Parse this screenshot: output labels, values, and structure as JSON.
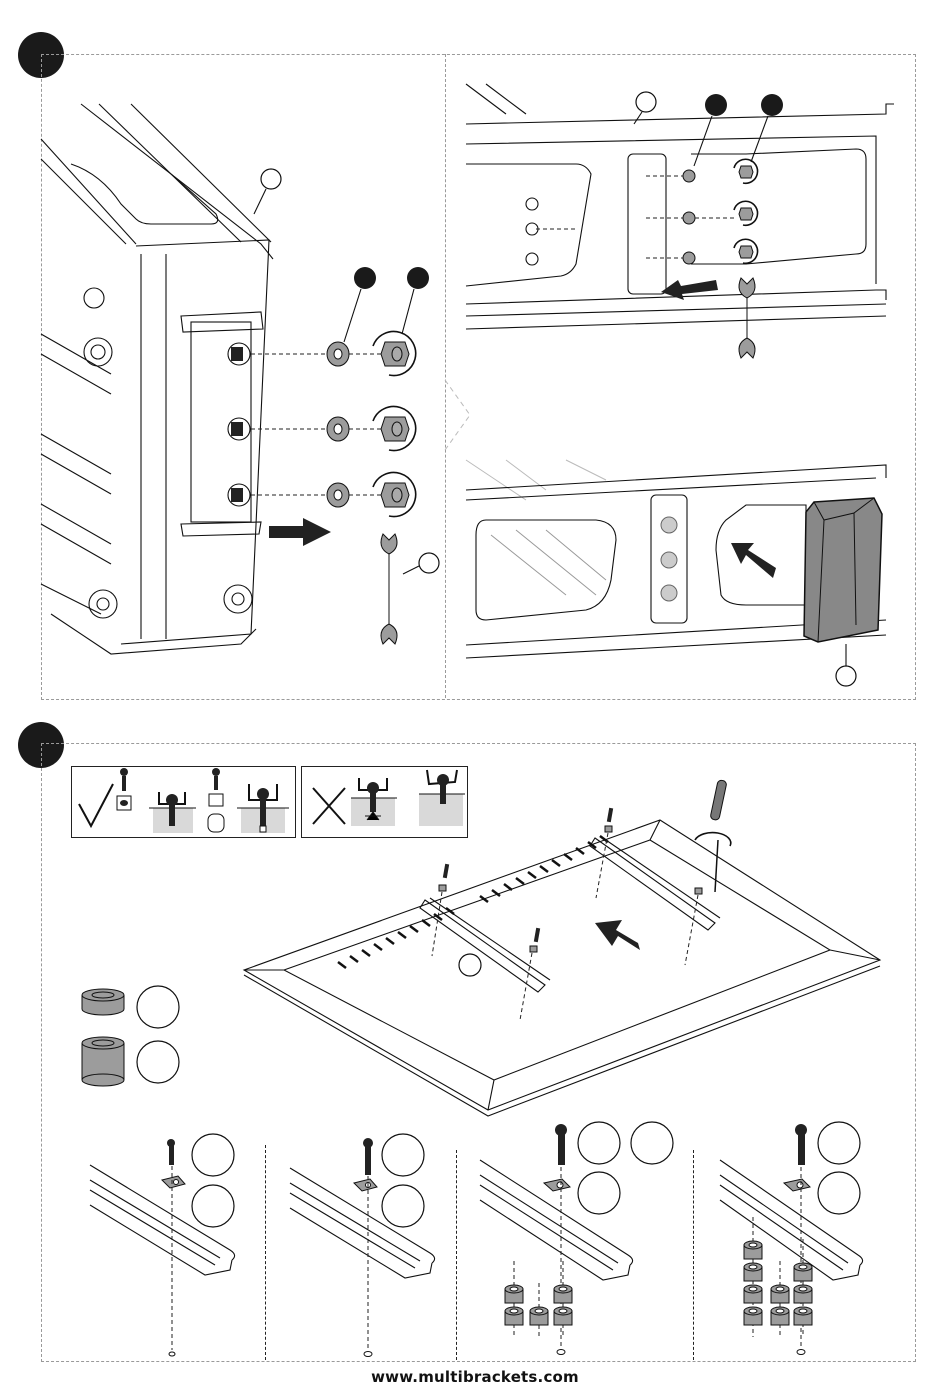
{
  "document": {
    "type": "assembly-instructions",
    "steps": [
      {
        "step_marker": "filled-black-circle",
        "panels": [
          {
            "name": "bracket-side-view",
            "part_callouts": 3,
            "filled_callouts": 2,
            "actions": [
              "remove-nuts",
              "remove-washers",
              "slide-right"
            ],
            "tools": [
              "wrench-icon"
            ]
          },
          {
            "name": "rail-top-view",
            "part_callouts": 3,
            "filled_callouts": 2,
            "actions": [
              "loosen-nuts",
              "slide-left"
            ],
            "tools": [
              "wrench-icon"
            ]
          },
          {
            "name": "rail-cap-view",
            "part_callouts": 1,
            "filled_callouts": 0,
            "actions": [
              "insert-end-cap"
            ]
          }
        ]
      },
      {
        "step_marker": "filled-black-circle",
        "legend_correct": {
          "symbol": "checkmark-icon",
          "items": [
            "screw-with-washer",
            "screw-correct-depth",
            "screw-with-spacer",
            "screw-correct-length"
          ]
        },
        "legend_incorrect": {
          "symbol": "cross-icon",
          "items": [
            "screw-too-long",
            "screw-too-short"
          ]
        },
        "spacers": [
          {
            "name": "short-spacer"
          },
          {
            "name": "long-spacer"
          }
        ],
        "main_view": {
          "name": "tv-back-rails",
          "tools": [
            "screwdriver-icon"
          ],
          "direction": "up-left"
        },
        "variants": [
          {
            "name": "variant-1",
            "callouts": 2,
            "spacers_stacks": []
          },
          {
            "name": "variant-2",
            "callouts": 2,
            "spacers_stacks": []
          },
          {
            "name": "variant-3",
            "callouts": 3,
            "spacers_stacks": [
              2,
              1,
              2
            ]
          },
          {
            "name": "variant-4",
            "callouts": 2,
            "spacers_stacks": [
              4,
              2,
              3
            ]
          }
        ]
      }
    ]
  },
  "footer": {
    "url": "www.multibrackets.com"
  }
}
